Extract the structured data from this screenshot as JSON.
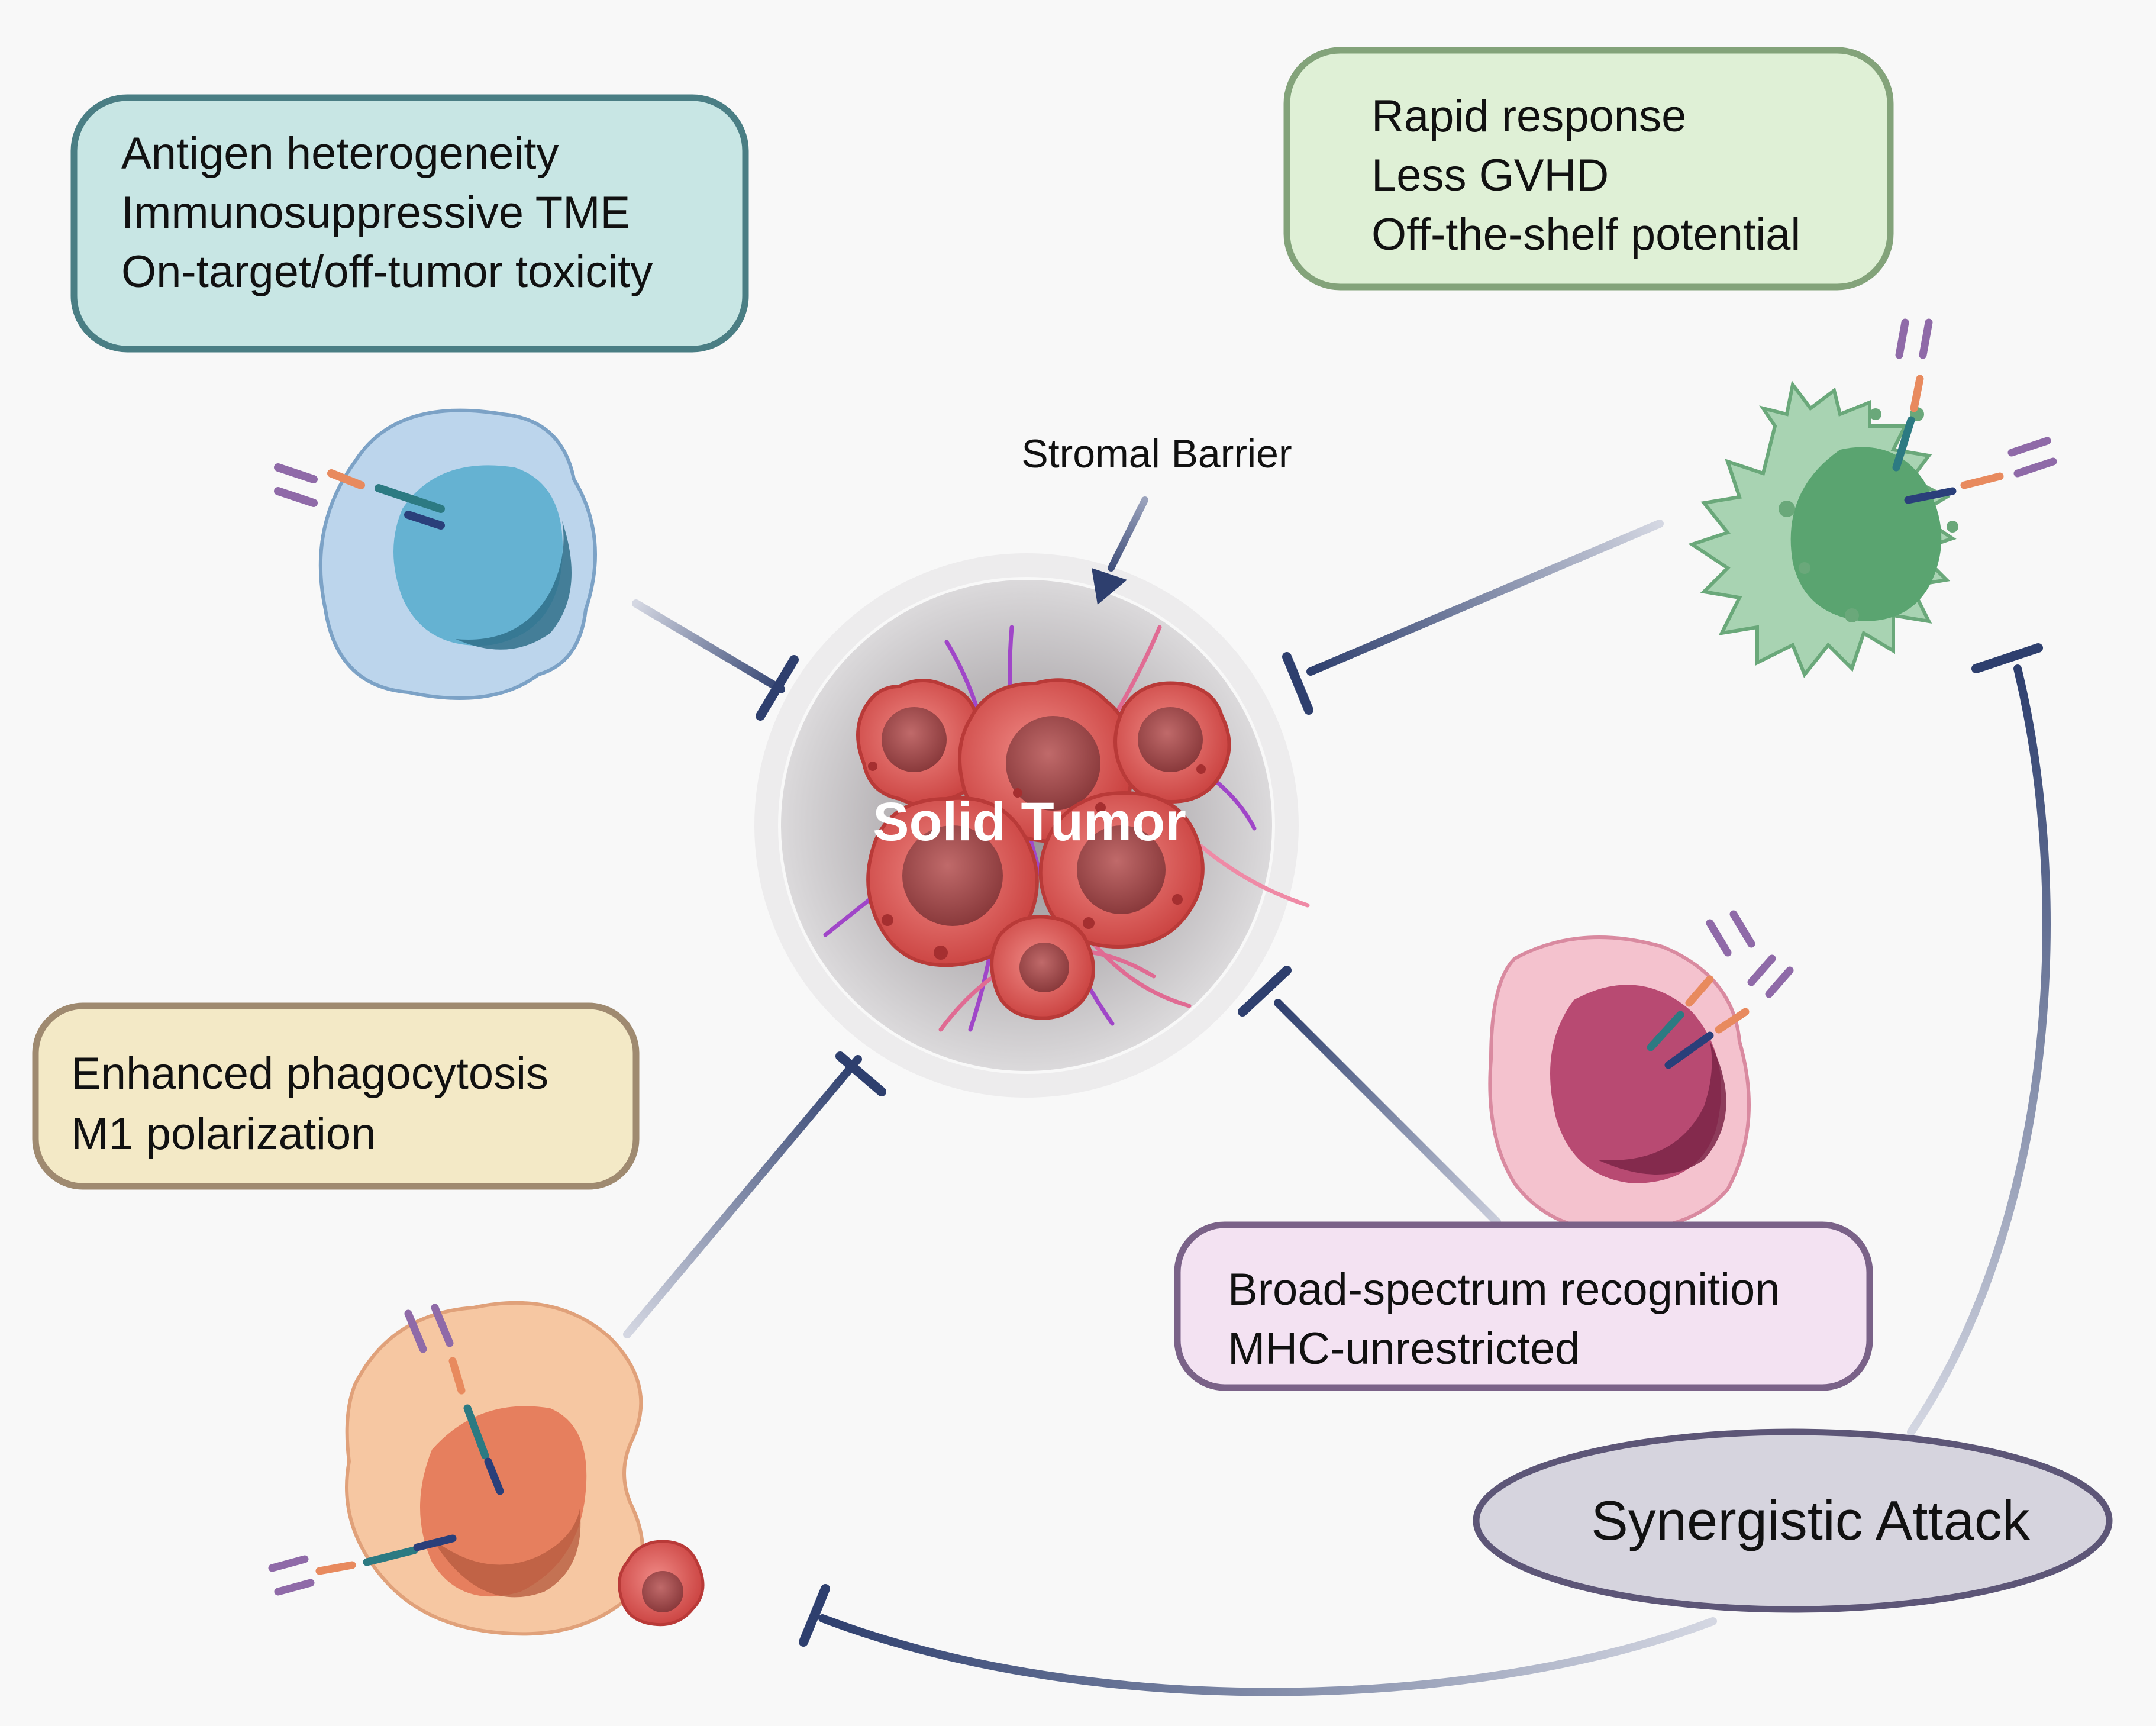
{
  "car_t_box": {
    "lines": [
      "Antigen heterogeneity",
      "Immunosuppressive TME",
      "On-target/off-tumor toxicity"
    ],
    "fill": "#c8e6e4",
    "stroke": "#4a7e84"
  },
  "nk_box": {
    "lines": [
      "Rapid response",
      "Less GVHD",
      "Off-the-shelf potential"
    ],
    "fill": "#dff0d6",
    "stroke": "#83a37a"
  },
  "macrophage_box": {
    "lines": [
      "Enhanced phagocytosis",
      "M1 polarization"
    ],
    "fill": "#f3e9c6",
    "stroke": "#9f8a70"
  },
  "nkt_box": {
    "lines": [
      "Broad-spectrum recognition",
      "MHC-unrestricted"
    ],
    "fill": "#f3e2f2",
    "stroke": "#7a6288"
  },
  "tumor": {
    "label": "Solid Tumor"
  },
  "stromal_label": "Stromal Barrier",
  "synergy": {
    "label": "Synergistic Attack",
    "fill": "#d6d4de",
    "stroke": "#5d5677"
  },
  "colors": {
    "inhibitor": "#2e3f6e"
  }
}
